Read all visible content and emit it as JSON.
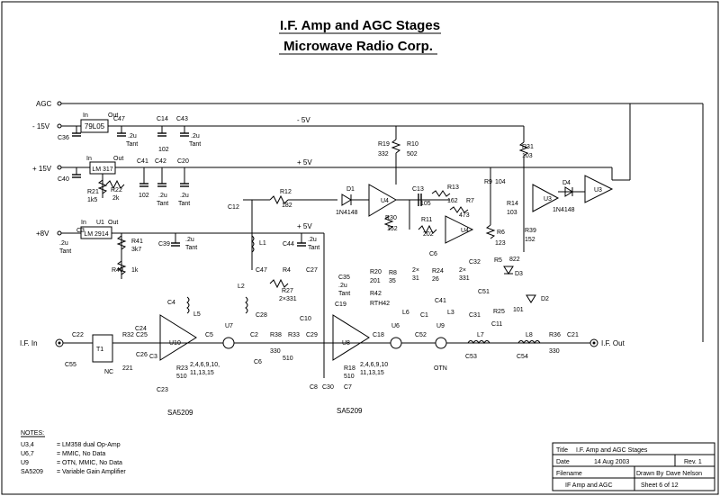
{
  "header": {
    "title": "I.F. Amp and AGC Stages",
    "company": "Microwave Radio Corp."
  },
  "rails": {
    "agc": "AGC",
    "neg15": "- 15V",
    "pos15": "+ 15V",
    "pos8": "+8V",
    "neg5": "- 5V",
    "pos5": "+ 5V",
    "pos5b": "+ 5V"
  },
  "regulators": {
    "r79l05": "79L05",
    "lm317": "LM 317",
    "lm2914": "LM 2914",
    "in": "In",
    "out": "Out",
    "u1": "U1"
  },
  "components": {
    "c36": "C36",
    "c47a": "C47",
    "c14": "C14",
    "c43a": "C43",
    "c47a_val": ".2u",
    "c47a_tant": "Tant",
    "c14_val": "102",
    "c43a_val": ".2u",
    "c43a_tant": "Tant",
    "c40": "C40",
    "c41": "C41",
    "c42": "C42",
    "c20": "C20",
    "c41_val": "102",
    "c42_val": ".2u",
    "c42_tant": "Tant",
    "c20_val": ".2u",
    "c20_tant": "Tant",
    "r21": "R21",
    "r21_val": "1k5",
    "r22": "R22",
    "r22_val": "2k",
    "c3": "C3",
    "c3_val": ".2u",
    "c3_tant": "Tant",
    "r41": "R41",
    "r41_val": "3k7",
    "r40": "R40",
    "r40_val": "1k",
    "c39": "C39",
    "c39_val": ".2u",
    "c39_tant": "Tant",
    "c44": "C44",
    "c44_val": ".2u",
    "c44_tant": "Tant",
    "c12": "C12",
    "r12": "R12",
    "r12_val": "182",
    "l1": "L1",
    "d1": "D1",
    "d1_type": "1N4148",
    "u4a": "U4",
    "c13": "C13",
    "c13_val": "105",
    "r13": "R13",
    "r13_val": "162",
    "r7": "R7",
    "r7_val": "473",
    "r19": "R19",
    "r19_val": "332",
    "r10": "R10",
    "r10_val": "502",
    "r30": "R30",
    "r30_val": "152",
    "r11": "R11",
    "r11_val": "202",
    "u4b": "U4",
    "r6": "R6",
    "r6_val": "123",
    "r9": "R9",
    "r9_val": "104",
    "r31": "R31",
    "r31_val": "103",
    "r14": "R14",
    "r14_val": "103",
    "r39": "R39",
    "r39_val": "152",
    "u3a": "U3",
    "u3b": "U3",
    "d4": "D4",
    "d4_type": "1N4148",
    "c4": "C4",
    "l5": "L5",
    "c24": "C24",
    "c47b": "C47",
    "r4": "R4",
    "r4_val": "2×331",
    "r27": "R27",
    "c27": "C27",
    "c35": "C35",
    "c35_val": ".2u",
    "c35_tant": "Tant",
    "l2": "L2",
    "c28": "C28",
    "r20": "R20",
    "r20_val": "201",
    "r42": "R42",
    "r42_type": "RTH42",
    "r8": "R8",
    "r8_val": "35",
    "r8_x": "2×",
    "r8_x2": "31",
    "r24": "R24",
    "r24_val": "26",
    "r24_x": "2×",
    "r24_x2": "331",
    "c6": "C6",
    "c41b": "C41",
    "c32": "C32",
    "c51": "C51",
    "r5": "R5",
    "d3": "D3",
    "d3_val": "822",
    "d2": "D2",
    "r25": "R25",
    "r25_val": "101",
    "c11": "C11",
    "c10": "C10",
    "c19": "C19",
    "l6": "L6",
    "c1": "C1",
    "l3": "L3",
    "c31": "C31",
    "c22": "C22",
    "c55": "C55",
    "t1": "T1",
    "nc": "NC",
    "r32": "R32",
    "c25": "C25",
    "c26": "C26",
    "c3b": "C3",
    "val221": "221",
    "u10": "U10",
    "c23": "C23",
    "r23": "R23",
    "r23_val": "510",
    "c5": "C5",
    "u7": "U7",
    "c2": "C2",
    "c6b": "C6",
    "r38": "R38",
    "r38_val": "330",
    "r33": "R33",
    "r33_val": "510",
    "c29": "C29",
    "u8": "U8",
    "c8": "C8",
    "c30": "C30",
    "r18": "R18",
    "r18_val": "510",
    "c7": "C7",
    "c18": "C18",
    "u6": "U6",
    "c52": "C52",
    "u9": "U9",
    "otn": "OTN",
    "c53": "C53",
    "l7": "L7",
    "c54": "C54",
    "l8": "L8",
    "r36": "R36",
    "r36_val": "330",
    "c21": "C21",
    "pins_a": "2,4,6,9,10,",
    "pins_b": "11,13,15",
    "pins_c": "2,4,6,9,10",
    "pins_d": "11,13,15",
    "sa5209a": "SA5209",
    "sa5209b": "SA5209",
    "if_in": "I.F. In",
    "if_out": "I.F. Out"
  },
  "notes": {
    "heading": "NOTES:",
    "lines": [
      {
        "ref": "U3,4",
        "desc": "= LM358 dual Op-Amp"
      },
      {
        "ref": "U6,7",
        "desc": "= MMIC, No Data"
      },
      {
        "ref": "U9",
        "desc": "= OTN, MMIC, No Data"
      },
      {
        "ref": "SA5209",
        "desc": "= Variable Gain Amplifier"
      }
    ]
  },
  "title_block": {
    "title_label": "Title",
    "title_value": "I.F.  Amp and AGC Stages",
    "date_label": "Date",
    "date_value": "14 Aug 2003",
    "rev": "Rev.  1",
    "filename_label": "Filename",
    "drawn_by_label": "Drawn By",
    "drawn_by_value": "Dave Nelson",
    "filename_value": "IF Amp and AGC",
    "sheet": "Sheet  6 of 12"
  }
}
